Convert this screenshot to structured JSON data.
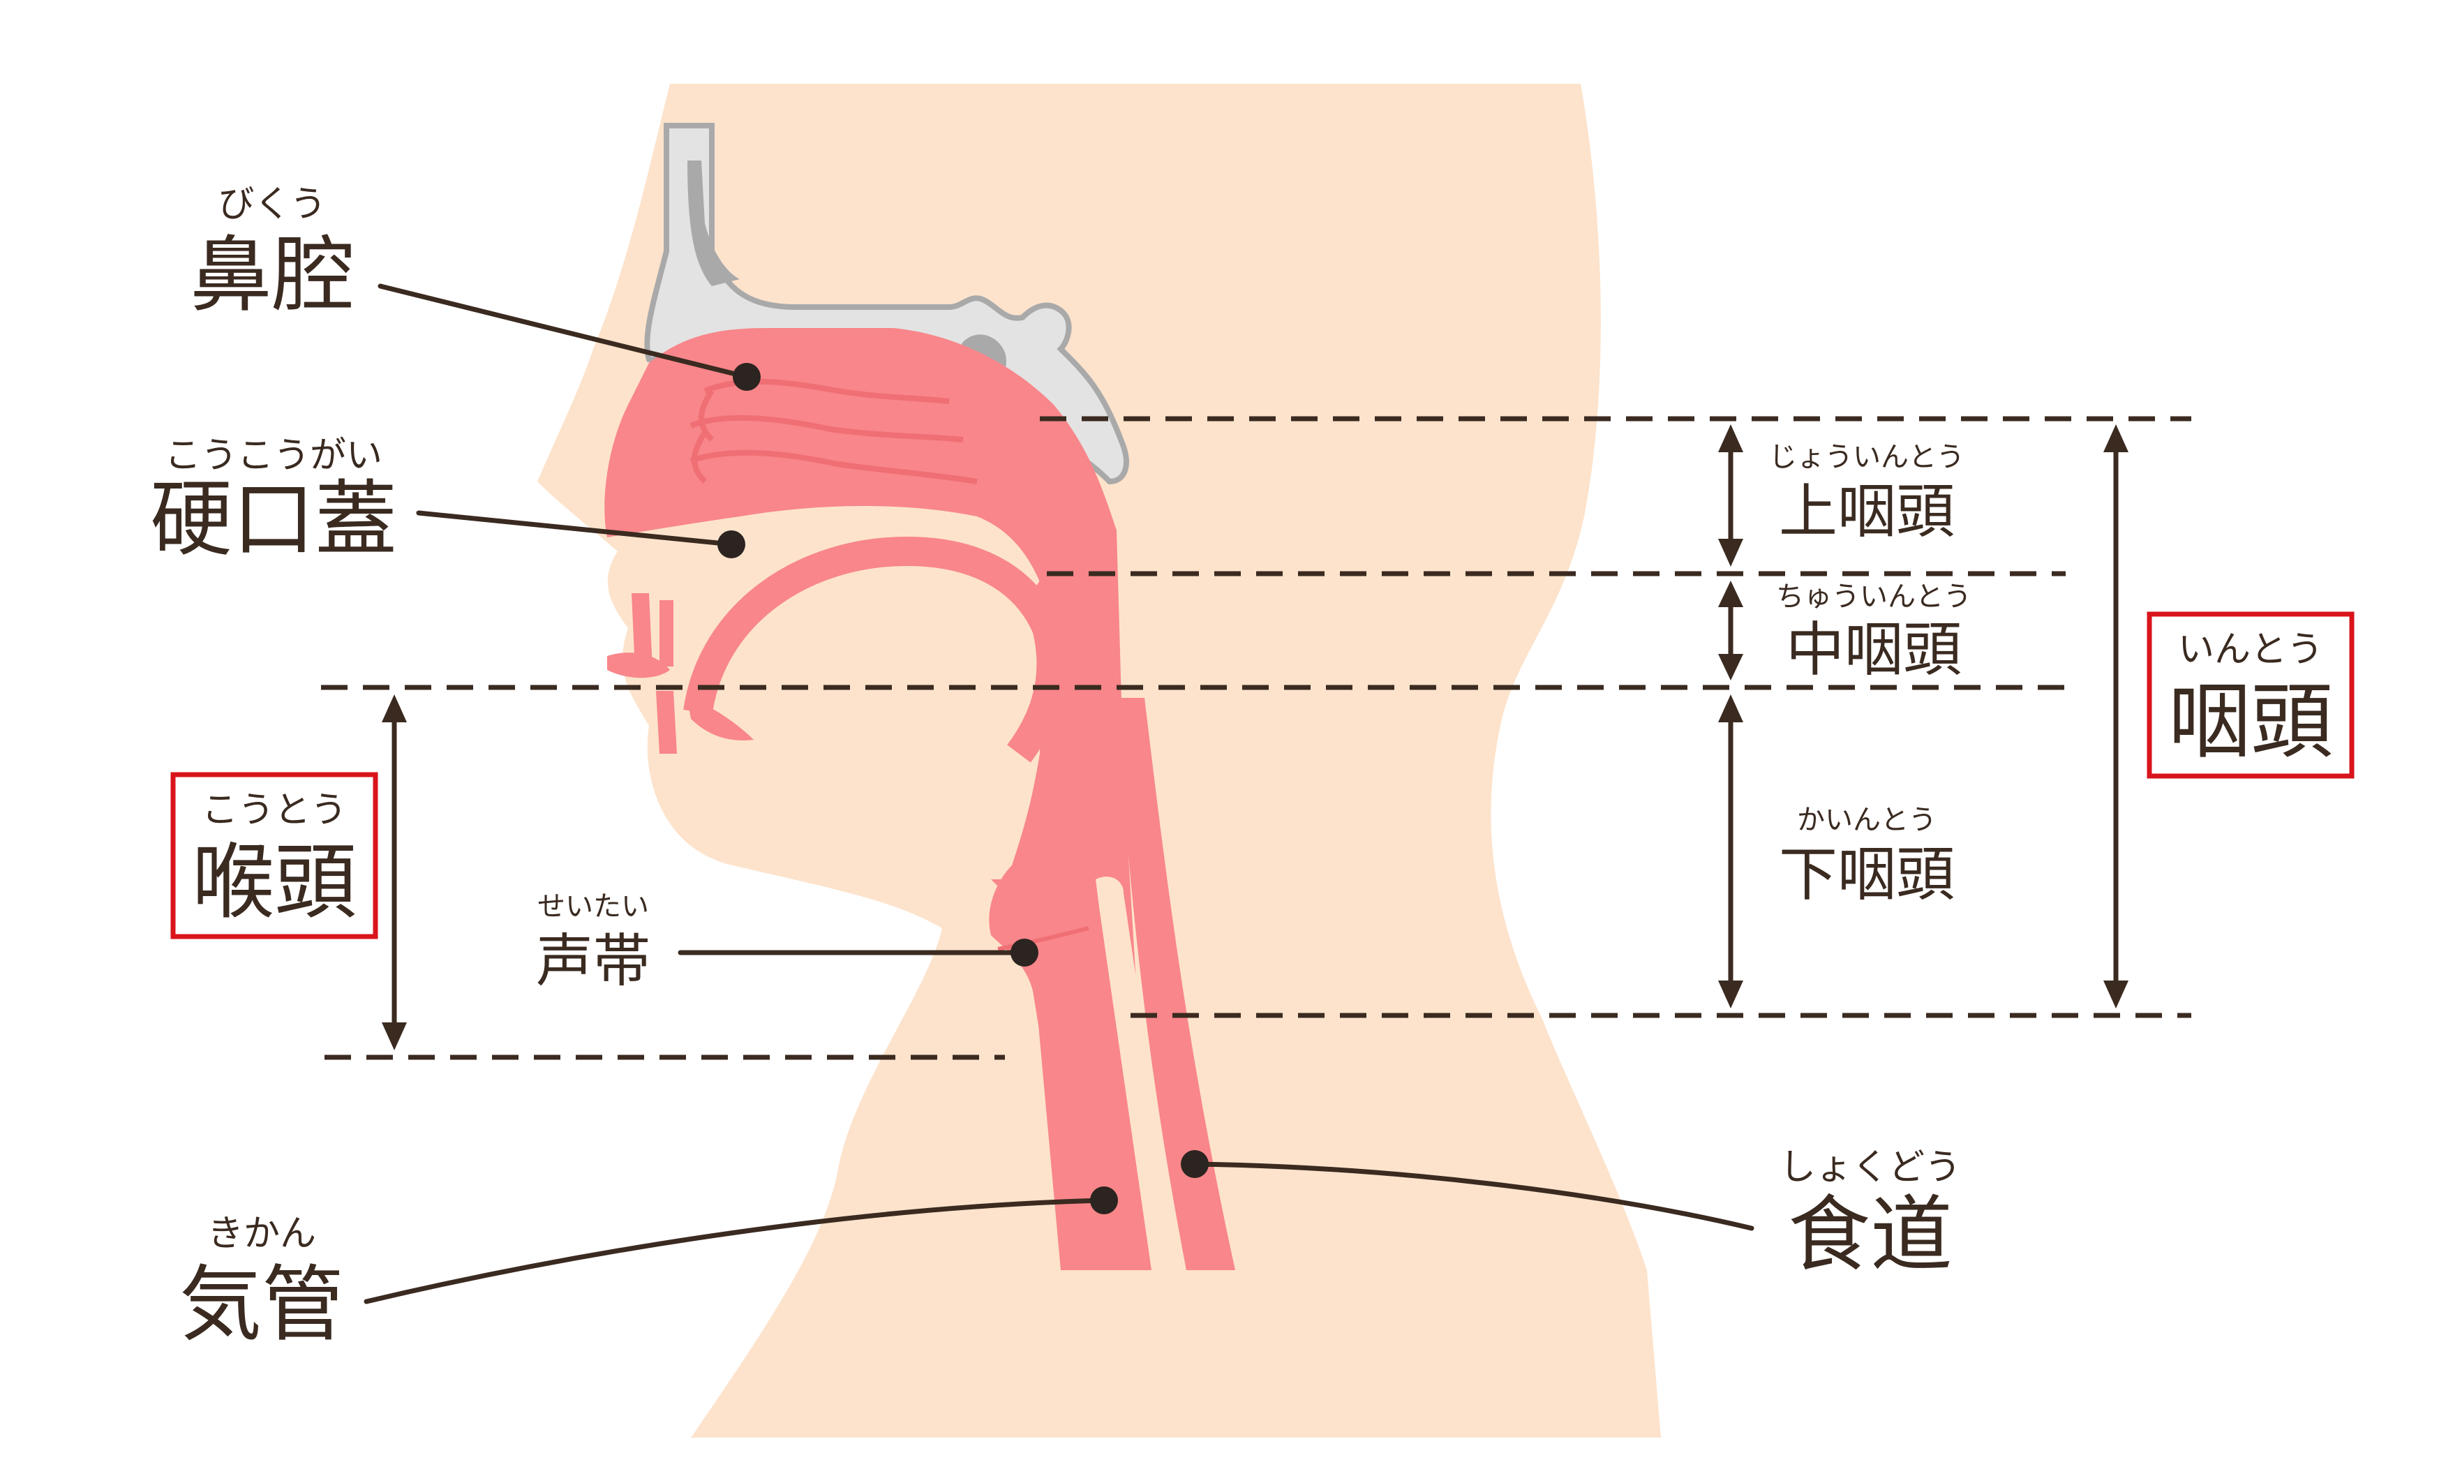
{
  "colors": {
    "skin": "#fde3cc",
    "airway": "#f8868a",
    "airway_dark": "#ef6f74",
    "bone": "#e3e3e3",
    "bone_shadow": "#a9a9a9",
    "ink": "#3a2a20",
    "highlight_box": "#d9141b"
  },
  "labels": {
    "nasal_cavity": {
      "text": "鼻腔",
      "reading": "びくう"
    },
    "hard_palate": {
      "text": "硬口蓋",
      "reading": "こうこうがい"
    },
    "larynx": {
      "text": "喉頭",
      "reading": "こうとう"
    },
    "vocal_cords": {
      "text": "声帯",
      "reading": "せいたい"
    },
    "trachea": {
      "text": "気管",
      "reading": "きかん"
    },
    "nasopharynx": {
      "text": "上咽頭",
      "reading": "じょういんとう"
    },
    "oropharynx": {
      "text": "中咽頭",
      "reading": "ちゅういんとう"
    },
    "hypopharynx": {
      "text": "下咽頭",
      "reading": "かいんとう"
    },
    "pharynx": {
      "text": "咽頭",
      "reading": "いんとう"
    },
    "esophagus": {
      "text": "食道",
      "reading": "しょくどう"
    }
  }
}
